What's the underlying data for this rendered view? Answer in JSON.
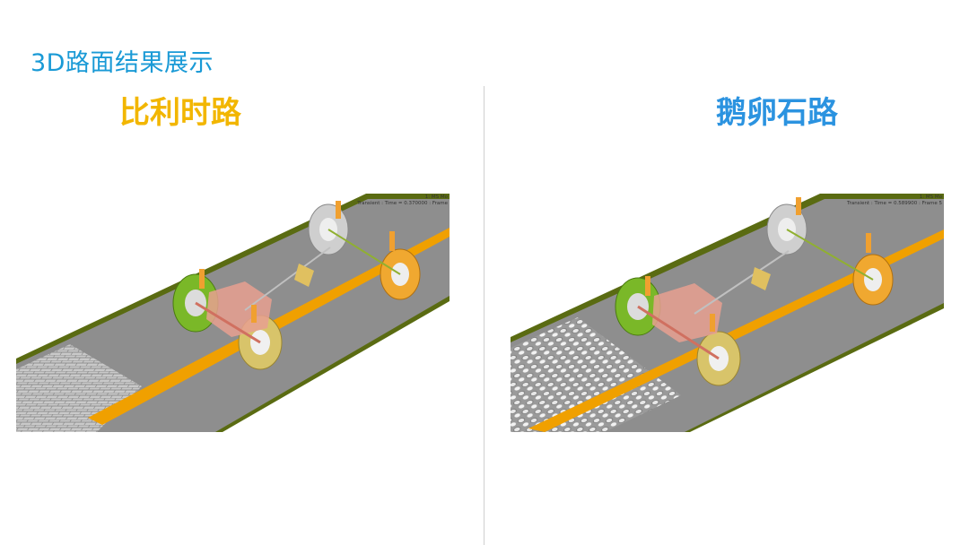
{
  "header": {
    "title": "3D路面结果展示"
  },
  "panels": [
    {
      "title": "比利时路",
      "hud_line1": "1: MS Mo",
      "hud_line2": "Transient : Time = 0.370000 : Frame"
    },
    {
      "title": "鹅卵石路",
      "hud_line1": "1: MS Mo",
      "hud_line2": "Transient : Time = 0.589900 : Frame 5"
    }
  ],
  "colors": {
    "title_blue": "#1a9ad6",
    "left_title": "#f2b600",
    "right_title": "#2b93e0",
    "road_gray": "#8d8d8d",
    "road_edge": "#5a6b12",
    "center_line": "#f0a000"
  }
}
